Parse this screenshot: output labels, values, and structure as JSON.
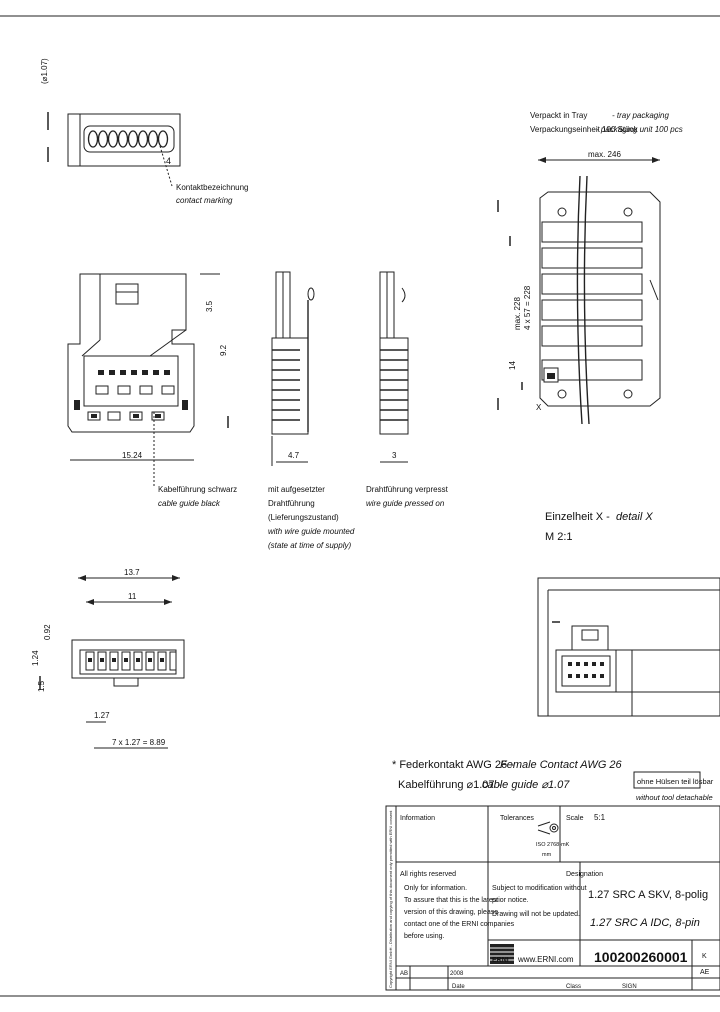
{
  "packaging": {
    "line1": "Verpackt in Tray",
    "line1_en": "- tray packaging",
    "line2": "Verpackungseinheit 100 Stück",
    "line2_en": "- packaging unit 100 pcs",
    "max_dim": "max. 246"
  },
  "dims": {
    "top_107": "(⌀1.07)",
    "top_4": "4",
    "h_35": "3.5",
    "h_92": "9.2",
    "w_1524": "15.24",
    "w_47": "4.7",
    "w_3": "3",
    "tray_pitch": "max. 228",
    "tray_cnt": "4 x 57 = 228",
    "tray_14": "14",
    "w_137": "13.7",
    "w_11": "11",
    "v_092": "0.92",
    "v_124": "1.24",
    "v_15": "1.5",
    "pitch_127": "1.27",
    "pitch_sum": "7 x 1.27 = 8.89"
  },
  "labels": {
    "contact_de": "Kontaktbezeichnung",
    "contact_en": "contact marking",
    "guide_black_de": "Kabelführung schwarz",
    "guide_black_en": "cable guide black",
    "mounted_1": "mit aufgesetzter",
    "mounted_2": "Drahtführung",
    "mounted_3": "(Lieferungszustand)",
    "mounted_4": "with wire guide mounted",
    "mounted_5": "(state at time of supply)",
    "pressed_de": "Drahtführung verpresst",
    "pressed_en": "wire guide pressed on",
    "detail_de": "Einzelheit X -",
    "detail_en": "detail  X",
    "detail_scale": "M 2:1"
  },
  "titleblock": {
    "header_de": "* Federkontakt AWG 26 -",
    "header_en": "Female Contact AWG 26",
    "sub_de": "Kabelführung ⌀1.07 -",
    "sub_en": "cable guide ⌀1.07",
    "note_de": "ohne Hülsen teil lösbar",
    "note_en": "without tool detachable",
    "information": "Information",
    "tolerances": "Tolerances",
    "scale_label": "Scale",
    "scale_value": "5:1",
    "tol_note1": "ISO 2768-mK",
    "tol_note2": "mm",
    "rights": "All rights reserved",
    "info1": "Only for information.",
    "info2": "To assure that this is the latest",
    "info3": "version of this drawing, please",
    "info4": "contact one of the ERNI companies",
    "info5": "before using.",
    "subject1": "Subject to modification without",
    "subject2": "prior notice.",
    "subject3": "Drawing will not be updated.",
    "designation_label": "Designation",
    "designation_de": "1.27 SRC A SKV, 8-polig",
    "designation_en": "1.27 SRC A IDC, 8-pin",
    "brand": "ERNI",
    "website": "www.ERNI.com",
    "part_number": "100200260001",
    "sheet_k": "K",
    "sheet_ae": "AE",
    "row_date": "Date",
    "row_class": "Class",
    "row_sign": "SIGN",
    "row_ab": "AB",
    "row_date_val": "2008",
    "side_text": "Copyright ERNI GmbH - Distribution and copying of this document only permitted with ERNI consent"
  }
}
